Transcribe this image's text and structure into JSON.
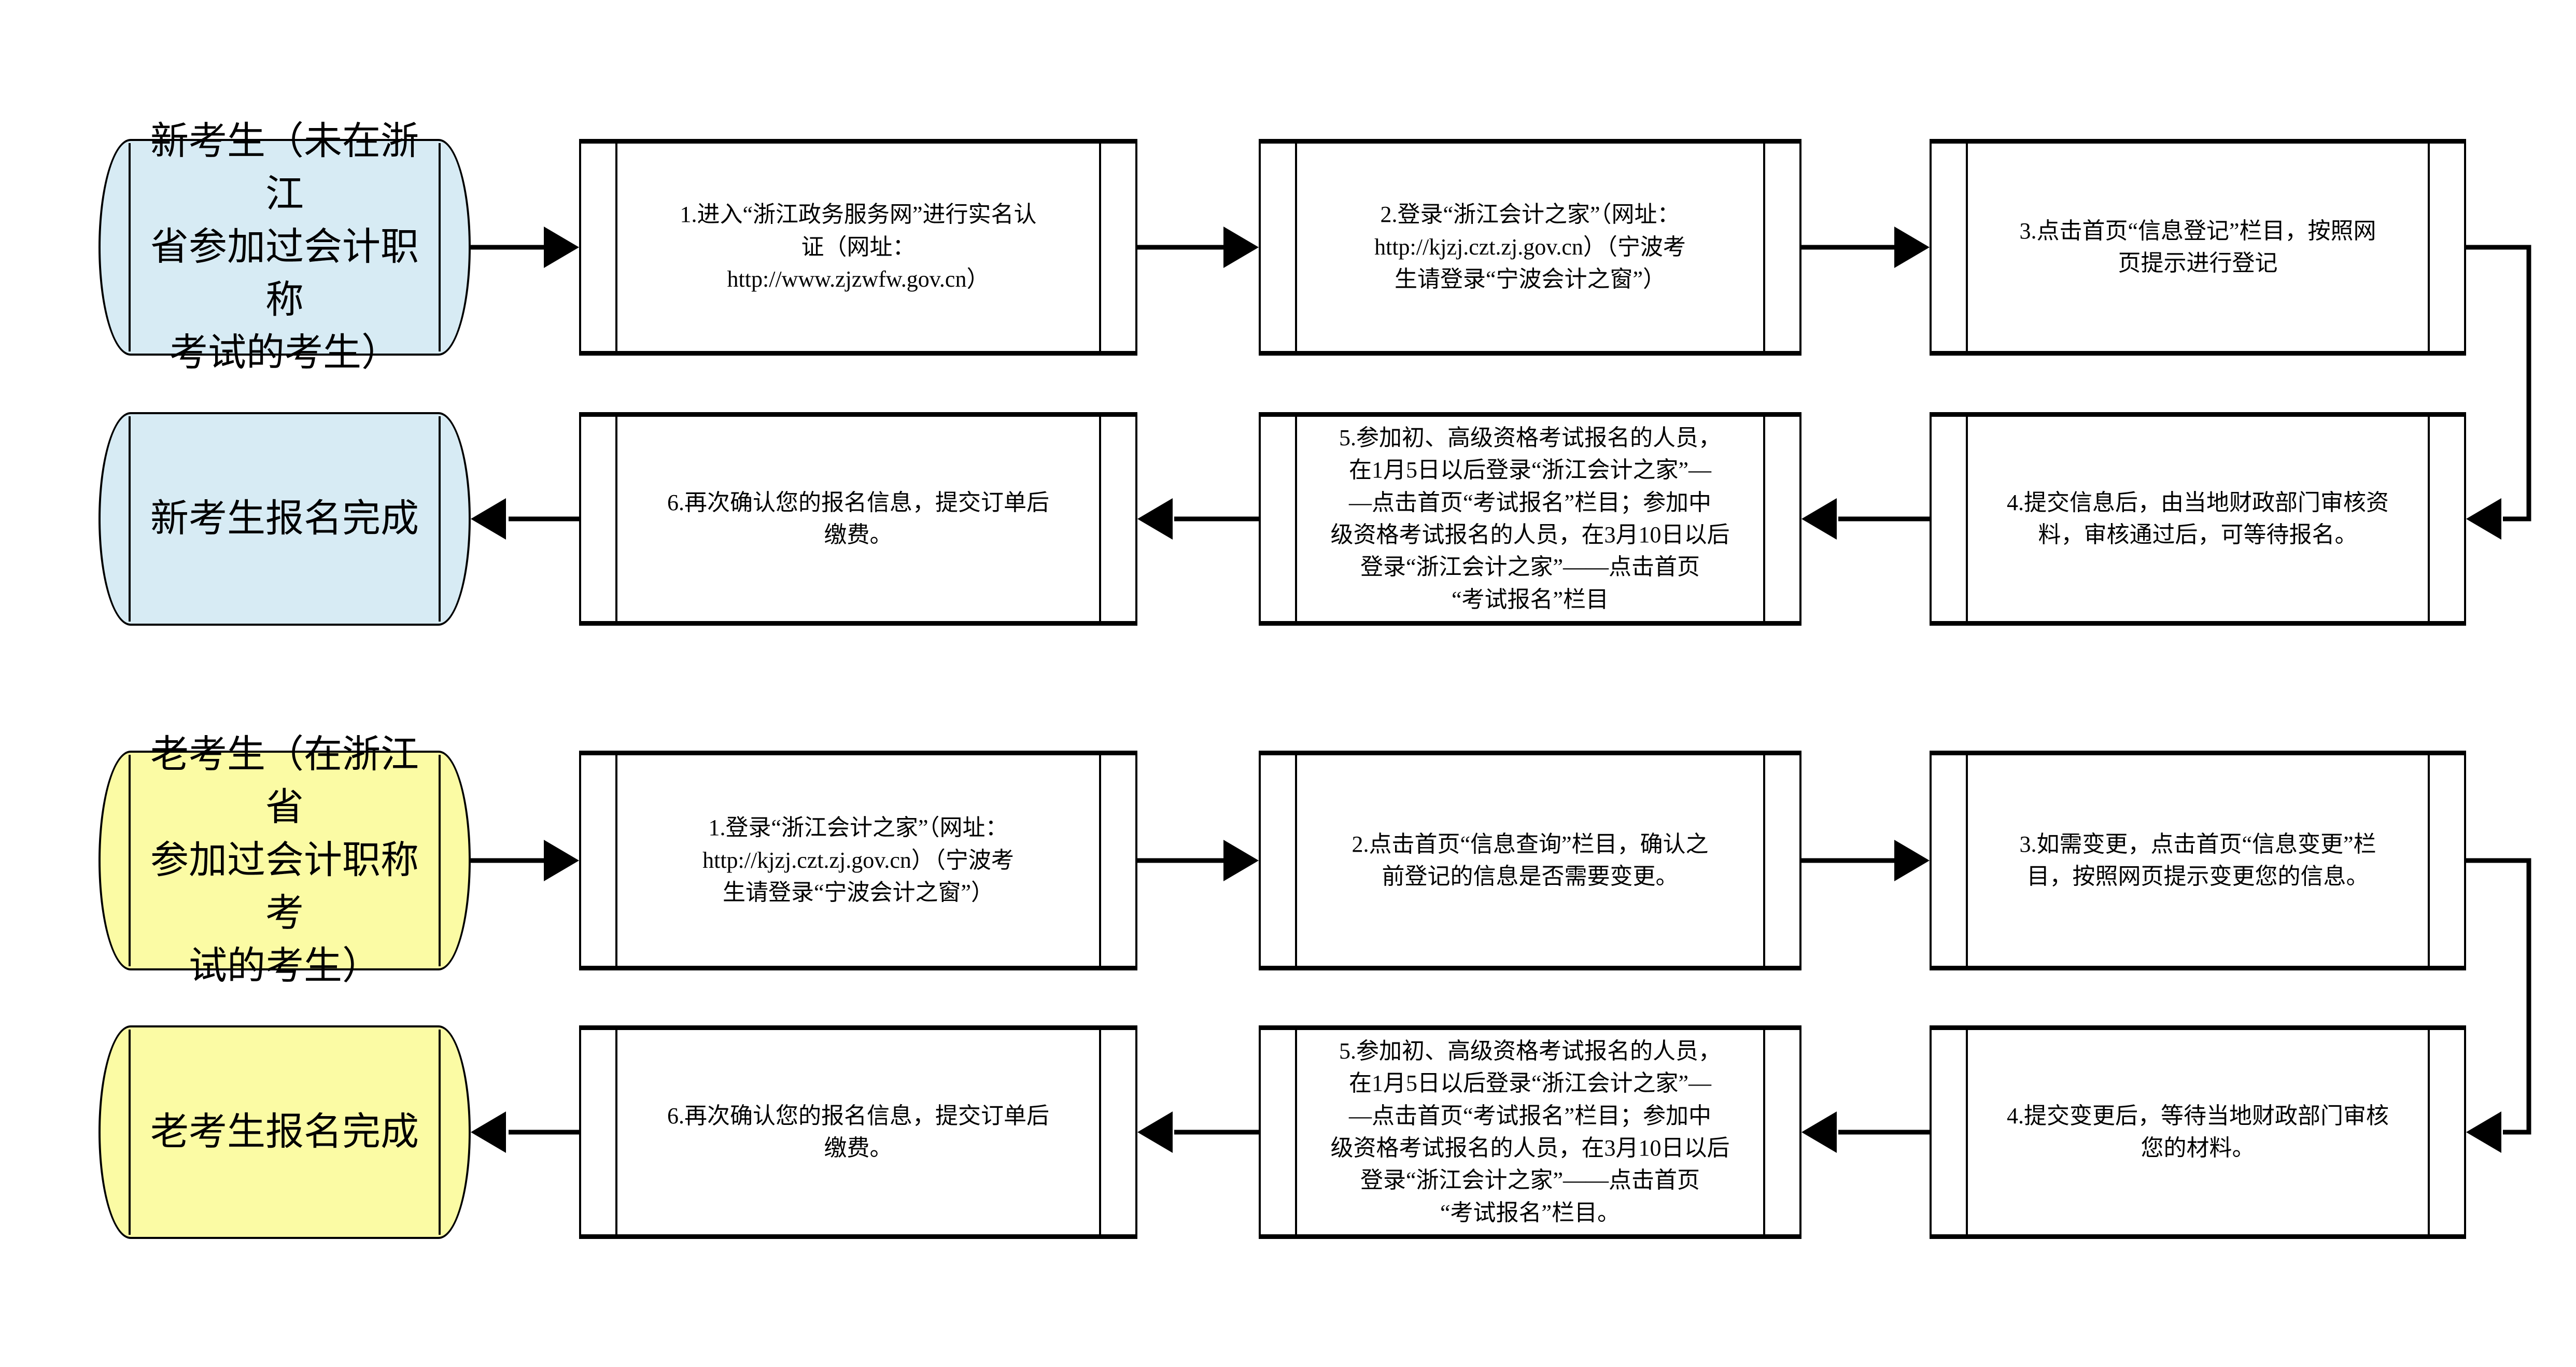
{
  "colors": {
    "new_candidate_fill": "#d7ebf4",
    "old_candidate_fill": "#fbfba4",
    "process_fill": "#ffffff",
    "line": "#000000"
  },
  "nodes": {
    "new_start": {
      "text": "新考生（未在浙江\n省参加过会计职称\n考试的考生）"
    },
    "new_step1": {
      "text": "1.进入“浙江政务服务网”进行实名认\n证（网址：\nhttp://www.zjzwfw.gov.cn）"
    },
    "new_step2": {
      "text": "2.登录“浙江会计之家”（网址：\nhttp://kjzj.czt.zj.gov.cn）（宁波考\n生请登录“宁波会计之窗”）"
    },
    "new_step3": {
      "text": "3.点击首页“信息登记”栏目，按照网\n页提示进行登记"
    },
    "new_step4": {
      "text": "4.提交信息后，由当地财政部门审核资\n料，审核通过后，可等待报名。"
    },
    "new_step5": {
      "text": "5.参加初、高级资格考试报名的人员，\n在1月5日以后登录“浙江会计之家”—\n—点击首页“考试报名”栏目；参加中\n级资格考试报名的人员，在3月10日以后\n登录“浙江会计之家”——点击首页\n“考试报名”栏目"
    },
    "new_step6": {
      "text": "6.再次确认您的报名信息，提交订单后\n缴费。"
    },
    "new_done": {
      "text": "新考生报名完成"
    },
    "old_start": {
      "text": "老考生（在浙江省\n参加过会计职称考\n试的考生）"
    },
    "old_step1": {
      "text": "1.登录“浙江会计之家”（网址：\nhttp://kjzj.czt.zj.gov.cn）（宁波考\n生请登录“宁波会计之窗”）"
    },
    "old_step2": {
      "text": "2.点击首页“信息查询”栏目，确认之\n前登记的信息是否需要变更。"
    },
    "old_step3": {
      "text": "3.如需变更，点击首页“信息变更”栏\n目，按照网页提示变更您的信息。"
    },
    "old_step4": {
      "text": "4.提交变更后，等待当地财政部门审核\n您的材料。"
    },
    "old_step5": {
      "text": "5.参加初、高级资格考试报名的人员，\n在1月5日以后登录“浙江会计之家”—\n—点击首页“考试报名”栏目；参加中\n级资格考试报名的人员，在3月10日以后\n登录“浙江会计之家”——点击首页\n“考试报名”栏目。"
    },
    "old_step6": {
      "text": "6.再次确认您的报名信息，提交订单后\n缴费。"
    },
    "old_done": {
      "text": "老考生报名完成"
    }
  }
}
